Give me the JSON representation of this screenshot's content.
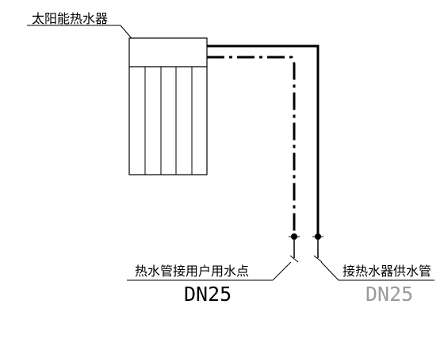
{
  "labels": {
    "heater": "太阳能热水器",
    "hot_water_point": "热水管接用户用水点",
    "left_dn": "DN25",
    "supply_connection": "接热水器供水管",
    "right_dn": "DN25"
  }
}
